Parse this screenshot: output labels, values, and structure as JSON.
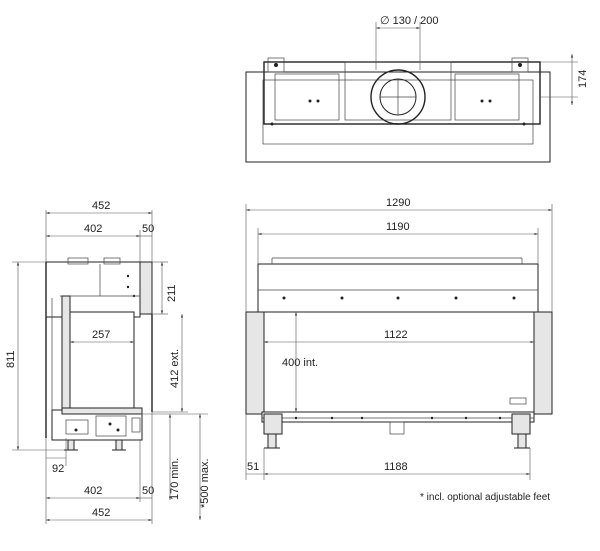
{
  "top_view": {
    "flue_diameter": "∅ 130 / 200",
    "depth_dim": "174"
  },
  "side_view": {
    "total_width_top": "452",
    "inner_width_top": "402",
    "offset_top": "50",
    "height_211": "211",
    "opening_257": "257",
    "total_height": "811",
    "ext_height": "412 ext.",
    "bottom_92": "92",
    "min_170": "170 min.",
    "max_500": "*500 max.",
    "inner_width_bottom": "402",
    "offset_bottom": "50",
    "total_width_bottom": "452"
  },
  "front_view": {
    "total_width": "1290",
    "top_width": "1190",
    "glass_width": "1122",
    "glass_height": "400 int.",
    "left_offset": "51",
    "bottom_width": "1188"
  },
  "footnote": "* incl. optional adjustable feet"
}
